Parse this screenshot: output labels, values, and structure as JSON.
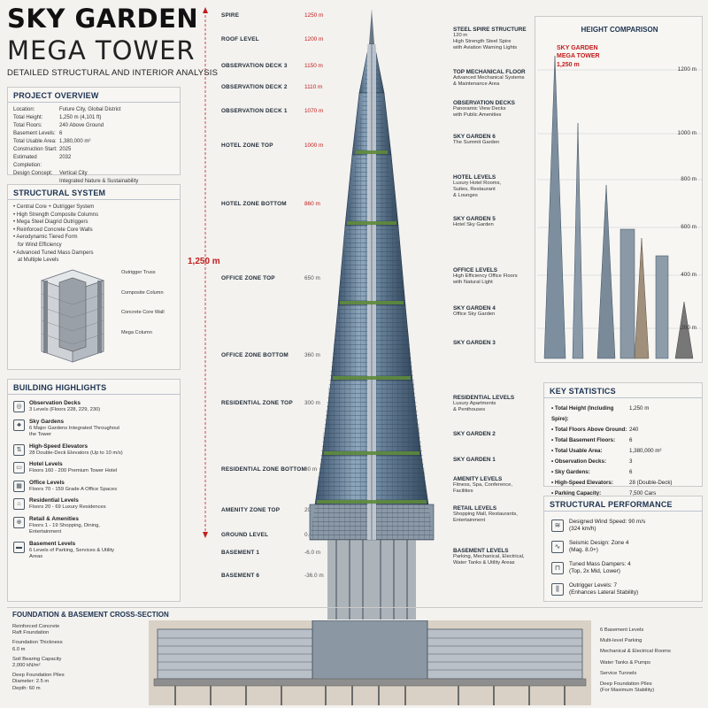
{
  "header": {
    "title_line1": "SKY GARDEN",
    "title_line2": "MEGA TOWER",
    "subtitle": "DETAILED STRUCTURAL AND INTERIOR ANALYSIS"
  },
  "project_overview": {
    "title": "PROJECT OVERVIEW",
    "rows": [
      {
        "k": "Location:",
        "v": "Future City, Global District"
      },
      {
        "k": "Total Height:",
        "v": "1,250 m (4,101 ft)"
      },
      {
        "k": "Total Floors:",
        "v": "240 Above Ground"
      },
      {
        "k": "Basement Levels:",
        "v": "6"
      },
      {
        "k": "Total Usable Area:",
        "v": "1,380,000 m²"
      },
      {
        "k": "Construction Start:",
        "v": "2025"
      },
      {
        "k": "Estimated Completion:",
        "v": "2032"
      },
      {
        "k": "Design Concept:",
        "v": "Vertical City"
      },
      {
        "k": "",
        "v": "Integrated Nature & Sustainability"
      }
    ]
  },
  "structural_system": {
    "title": "STRUCTURAL SYSTEM",
    "bullets": [
      "• Central Core + Outrigger System",
      "• High Strength Composite Columns",
      "• Mega Steel Diagrid Outriggers",
      "• Reinforced Concrete Core Walls",
      "• Aerodynamic Tiered Form",
      "   for Wind Efficiency",
      "• Advanced Tuned Mass Dampers",
      "   at Multiple Levels"
    ],
    "callouts": [
      "Outrigger Truss",
      "Composite Column",
      "Concrete Core Wall",
      "Mega Column"
    ]
  },
  "building_highlights": {
    "title": "BUILDING HIGHLIGHTS",
    "items": [
      {
        "icon": "binoculars-icon",
        "glyph": "◎",
        "title": "Observation Decks",
        "desc": "3 Levels (Floors 228, 229, 230)"
      },
      {
        "icon": "tree-icon",
        "glyph": "♣",
        "title": "Sky Gardens",
        "desc": "6 Major Gardens Integrated Throughout the Tower"
      },
      {
        "icon": "elevator-icon",
        "glyph": "⇅",
        "title": "High-Speed Elevators",
        "desc": "28 Double-Deck Elevators (Up to 10 m/s)"
      },
      {
        "icon": "bed-icon",
        "glyph": "▭",
        "title": "Hotel Levels",
        "desc": "Floors 160 - 200 Premium Tower Hotel"
      },
      {
        "icon": "office-icon",
        "glyph": "▦",
        "title": "Office Levels",
        "desc": "Floors 70 - 159 Grade A Office Spaces"
      },
      {
        "icon": "home-icon",
        "glyph": "⌂",
        "title": "Residential Levels",
        "desc": "Floors 20 - 69 Luxury Residences"
      },
      {
        "icon": "cart-icon",
        "glyph": "⊕",
        "title": "Retail & Amenities",
        "desc": "Floors 1 - 19 Shopping, Dining, Entertainment"
      },
      {
        "icon": "car-icon",
        "glyph": "▬",
        "title": "Basement Levels",
        "desc": "6 Levels of Parking, Services & Utility Areas"
      }
    ]
  },
  "levels_left": [
    {
      "label": "SPIRE",
      "value": "1250 m",
      "color": "red"
    },
    {
      "label": "ROOF LEVEL",
      "value": "1200 m",
      "color": "red"
    },
    {
      "label": "OBSERVATION DECK 3",
      "value": "1150 m",
      "color": "red"
    },
    {
      "label": "OBSERVATION DECK 2",
      "value": "1110 m",
      "color": "red"
    },
    {
      "label": "OBSERVATION DECK 1",
      "value": "1070 m",
      "color": "red"
    },
    {
      "label": "HOTEL ZONE TOP",
      "value": "1000 m",
      "color": "red"
    },
    {
      "label": "HOTEL ZONE BOTTOM",
      "value": "860 m",
      "color": "red"
    },
    {
      "label": "OFFICE ZONE TOP",
      "value": "650 m",
      "color": "gray"
    },
    {
      "label": "OFFICE ZONE BOTTOM",
      "value": "360 m",
      "color": "gray"
    },
    {
      "label": "RESIDENTIAL ZONE TOP",
      "value": "300 m",
      "color": "gray"
    },
    {
      "label": "RESIDENTIAL ZONE BOTTOM",
      "value": "80 m",
      "color": "gray"
    },
    {
      "label": "AMENITY ZONE TOP",
      "value": "20 m",
      "color": "gray"
    },
    {
      "label": "GROUND LEVEL",
      "value": "0.0 m",
      "color": "gray"
    },
    {
      "label": "BASEMENT 1",
      "value": "-6.0 m",
      "color": "gray"
    },
    {
      "label": "BASEMENT 6",
      "value": "-36.0 m",
      "color": "gray"
    }
  ],
  "height_marker": "1,250 m",
  "labels_right": [
    {
      "title": "STEEL SPIRE STRUCTURE",
      "desc": [
        "120 m",
        "High Strength Steel Spire",
        "with Aviation Warning Lights"
      ]
    },
    {
      "title": "TOP MECHANICAL FLOOR",
      "desc": [
        "Advanced Mechanical Systems",
        "& Maintenance Area"
      ]
    },
    {
      "title": "OBSERVATION DECKS",
      "desc": [
        "Panoramic View Decks",
        "with Public Amenities"
      ]
    },
    {
      "title": "SKY GARDEN 6",
      "desc": [
        "The Summit Garden"
      ]
    },
    {
      "title": "HOTEL LEVELS",
      "desc": [
        "Luxury Hotel Rooms,",
        "Suites, Restaurant",
        "& Lounges"
      ]
    },
    {
      "title": "SKY GARDEN 5",
      "desc": [
        "Hotel Sky Garden"
      ]
    },
    {
      "title": "OFFICE LEVELS",
      "desc": [
        "High Efficiency Office Floors",
        "with Natural Light"
      ]
    },
    {
      "title": "SKY GARDEN 4",
      "desc": [
        "Office Sky Garden"
      ]
    },
    {
      "title": "SKY GARDEN 3",
      "desc": []
    },
    {
      "title": "RESIDENTIAL LEVELS",
      "desc": [
        "Luxury Apartments",
        "& Penthouses"
      ]
    },
    {
      "title": "SKY GARDEN 2",
      "desc": []
    },
    {
      "title": "SKY GARDEN 1",
      "desc": []
    },
    {
      "title": "AMENITY LEVELS",
      "desc": [
        "Fitness, Spa, Conference,",
        "Facilities"
      ]
    },
    {
      "title": "RETAIL LEVELS",
      "desc": [
        "Shopping Mall, Restaurants,",
        "Entertainment"
      ]
    },
    {
      "title": "BASEMENT LEVELS",
      "desc": [
        "Parking, Mechanical, Electrical,",
        "Water Tanks & Utility Areas"
      ]
    }
  ],
  "height_comparison": {
    "title": "HEIGHT COMPARISON",
    "tower_name_1": "SKY GARDEN",
    "tower_name_2": "MEGA TOWER",
    "tower_height": "1,250 m",
    "ticks": [
      "1200 m",
      "1000 m",
      "800 m",
      "600 m",
      "400 m",
      "200 m"
    ]
  },
  "key_statistics": {
    "title": "KEY STATISTICS",
    "rows": [
      {
        "k": "• Total Height (Including Spire):",
        "v": "1,250 m"
      },
      {
        "k": "• Total Floors Above Ground:",
        "v": "240"
      },
      {
        "k": "• Total Basement Floors:",
        "v": "6"
      },
      {
        "k": "• Total Usable Area:",
        "v": "1,380,000 m²"
      },
      {
        "k": "• Observation Decks:",
        "v": "3"
      },
      {
        "k": "• Sky Gardens:",
        "v": "6"
      },
      {
        "k": "• High-Speed Elevators:",
        "v": "28 (Double-Deck)"
      },
      {
        "k": "• Parking Capacity:",
        "v": "7,500 Cars"
      }
    ]
  },
  "structural_performance": {
    "title": "STRUCTURAL PERFORMANCE",
    "items": [
      {
        "icon": "wind-icon",
        "glyph": "≋",
        "line1": "Designed Wind Speed:  90 m/s",
        "line2": "(324 km/h)"
      },
      {
        "icon": "seismic-icon",
        "glyph": "∿",
        "line1": "Seismic Design:  Zone 4",
        "line2": "(Mag. 8.0+)"
      },
      {
        "icon": "damper-icon",
        "glyph": "⊓",
        "line1": "Tuned Mass Dampers:  4",
        "line2": "(Top, 2x Mid, Lower)"
      },
      {
        "icon": "outrigger-icon",
        "glyph": "⫼",
        "line1": "Outrigger Levels:  7",
        "line2": "(Enhances Lateral Stability)"
      }
    ]
  },
  "foundation": {
    "title": "FOUNDATION & BASEMENT CROSS-SECTION",
    "left": [
      [
        "Reinforced Concrete",
        "Raft Foundation"
      ],
      [
        "Foundation Thickness",
        "6.0 m"
      ],
      [
        "Soil Bearing Capacity",
        "2,000 kN/m²"
      ],
      [
        "Deep Foundation Piles",
        "Diameter: 2.5 m",
        "Depth: 60 m"
      ]
    ],
    "right": [
      [
        "6 Basement Levels"
      ],
      [
        "Multi-level Parking"
      ],
      [
        "Mechanical & Electrical Rooms"
      ],
      [
        "Water Tanks & Pumps"
      ],
      [
        "Service Tunnels"
      ],
      [
        "Deep Foundation Piles",
        "(For Maximum Stability)"
      ]
    ]
  },
  "colors": {
    "accent_red": "#c21c1c",
    "navy": "#1c3250",
    "glass": "#5d7d99"
  }
}
